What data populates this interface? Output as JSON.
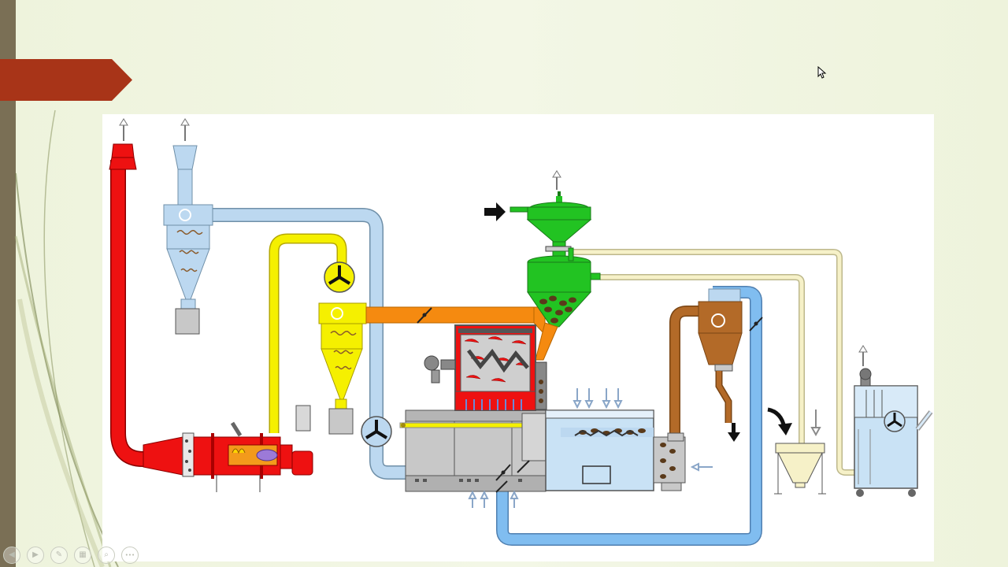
{
  "slide": {
    "left_bar_color": "#7a6f55",
    "title_tab_color": "#a83418",
    "title_text": ""
  },
  "diagram": {
    "label_texts": [],
    "colors": {
      "furnace": "#ee1111",
      "hot_air_cyclone": "#f5f000",
      "duct_orange": "#f58a10",
      "air_duct": "#bcd8f0",
      "green_feeder": "#22c322",
      "brown_cyclone": "#b36a28",
      "cooler_duct": "#80bdf0",
      "pipe_cream": "#f6f1c8",
      "roaster_drum": "#ee1111",
      "grey_unit": "#c8c8c8"
    },
    "icons": [
      "fan-icon",
      "damper-icon",
      "arrow-up-icon",
      "arrow-down-icon",
      "arrow-right-icon"
    ]
  },
  "toolbar": {
    "buttons": [
      {
        "name": "prev",
        "glyph": "◀"
      },
      {
        "name": "next",
        "glyph": "▶"
      },
      {
        "name": "pen",
        "glyph": "✎"
      },
      {
        "name": "slides",
        "glyph": "▦"
      },
      {
        "name": "zoom",
        "glyph": "⌕"
      },
      {
        "name": "more",
        "glyph": "•••"
      }
    ]
  }
}
